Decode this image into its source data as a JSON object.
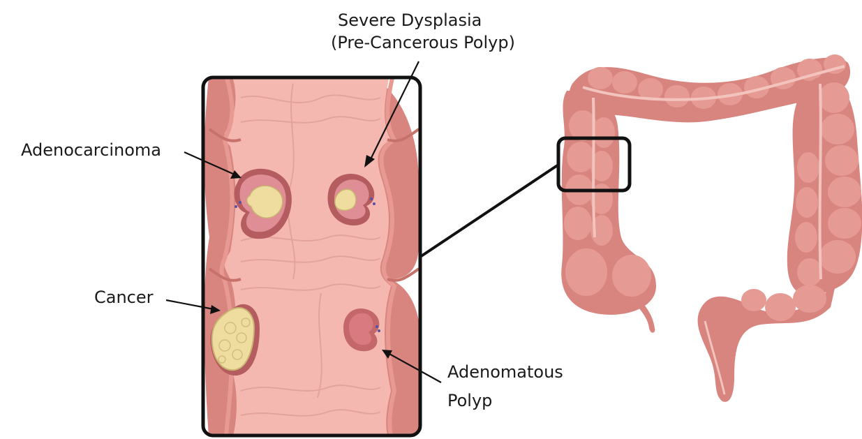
{
  "labels": {
    "severe_dysplasia_line1": "Severe Dysplasia",
    "severe_dysplasia_line2": "(Pre-Cancerous Polyp)",
    "adenocarcinoma": "Adenocarcinoma",
    "cancer": "Cancer",
    "adenomatous_line1": "Adenomatous",
    "adenomatous_line2": "Polyp"
  },
  "colors": {
    "colon_tissue": "#d9857f",
    "colon_dark": "#b86660",
    "colon_light": "#f0b0aa",
    "inner_lumen": "#f4b8b0",
    "tumor": "#efdda0",
    "polyp": "#c4676a",
    "frame": "#111111"
  }
}
